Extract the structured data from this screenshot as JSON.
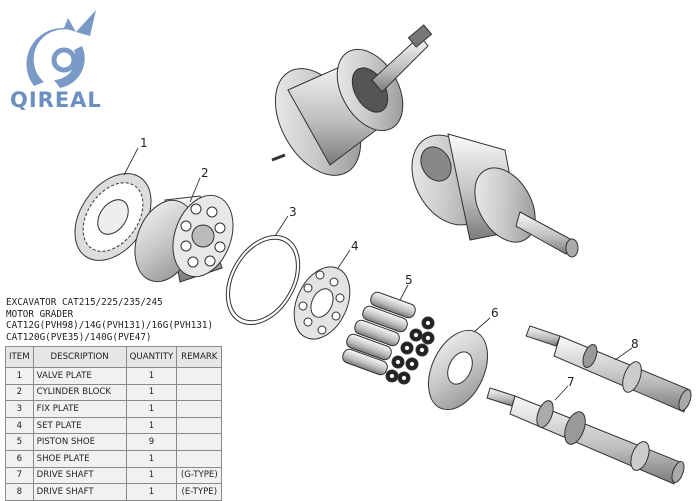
{
  "brand": {
    "logo_text": "QIREAL",
    "color": "#6b8fc0"
  },
  "notes": [
    "EXCAVATOR CAT215/225/235/245",
    "MOTOR GRADER",
    "CAT12G(PVH98)/14G(PVH131)/16G(PVH131)",
    "CAT120G(PVE35)/140G(PVE47)"
  ],
  "table": {
    "headers": [
      "ITEM",
      "DESCRIPTION",
      "QUANTITY",
      "REMARK"
    ],
    "rows": [
      {
        "item": "1",
        "description": "VALVE PLATE",
        "quantity": "1",
        "remark": ""
      },
      {
        "item": "2",
        "description": "CYLINDER BLOCK",
        "quantity": "1",
        "remark": ""
      },
      {
        "item": "3",
        "description": "FIX PLATE",
        "quantity": "1",
        "remark": ""
      },
      {
        "item": "4",
        "description": "SET PLATE",
        "quantity": "1",
        "remark": ""
      },
      {
        "item": "5",
        "description": "PISTON SHOE",
        "quantity": "9",
        "remark": ""
      },
      {
        "item": "6",
        "description": "SHOE PLATE",
        "quantity": "1",
        "remark": ""
      },
      {
        "item": "7",
        "description": "DRIVE SHAFT",
        "quantity": "1",
        "remark": "(G-TYPE)"
      },
      {
        "item": "8",
        "description": "DRIVE SHAFT",
        "quantity": "1",
        "remark": "(E-TYPE)"
      }
    ]
  },
  "callouts": [
    "1",
    "2",
    "3",
    "4",
    "5",
    "6",
    "7",
    "8"
  ]
}
